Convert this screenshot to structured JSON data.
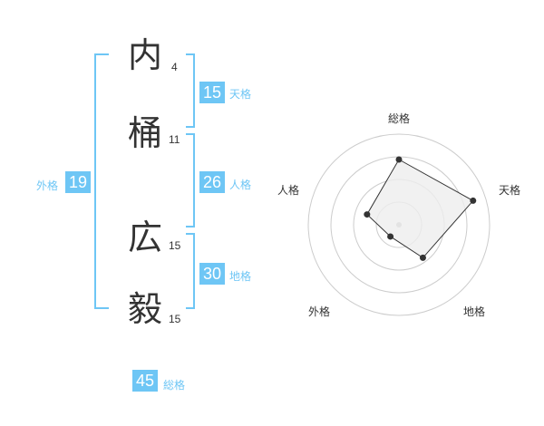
{
  "name": {
    "chars": [
      {
        "char": "内",
        "strokes": "4"
      },
      {
        "char": "桶",
        "strokes": "11"
      },
      {
        "char": "広",
        "strokes": "15"
      },
      {
        "char": "毅",
        "strokes": "15"
      }
    ]
  },
  "kaku": {
    "tenkaku": {
      "value": "15",
      "label": "天格"
    },
    "jinkaku": {
      "value": "26",
      "label": "人格"
    },
    "chikaku": {
      "value": "30",
      "label": "地格"
    },
    "gaikaku": {
      "value": "19",
      "label": "外格"
    },
    "soukaku": {
      "value": "45",
      "label": "総格"
    }
  },
  "radar": {
    "axes": [
      "総格",
      "天格",
      "地格",
      "外格",
      "人格"
    ],
    "values": [
      0.72,
      0.86,
      0.45,
      0.16,
      0.37
    ],
    "ring_count": 4
  },
  "colors": {
    "accent": "#6ec6f5",
    "text": "#333333",
    "ring": "#cccccc",
    "fill": "#eeeeee"
  }
}
